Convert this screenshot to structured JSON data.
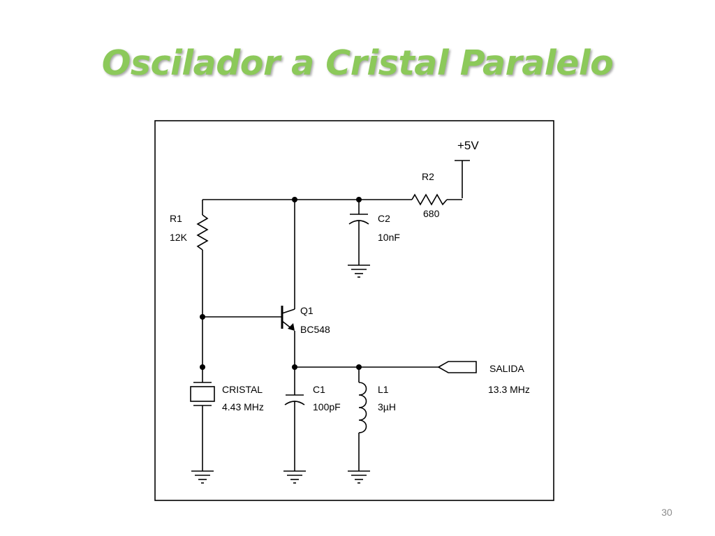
{
  "slide": {
    "title": "Oscilador a Cristal Paralelo",
    "page_number": "30",
    "title_color": "#8cc95a"
  },
  "schematic": {
    "supply": {
      "label": "+5V"
    },
    "r1": {
      "name": "R1",
      "value": "12K"
    },
    "r2": {
      "name": "R2",
      "value": "680"
    },
    "c1": {
      "name": "C1",
      "value": "100pF"
    },
    "c2": {
      "name": "C2",
      "value": "10nF"
    },
    "q1": {
      "name": "Q1",
      "part": "BC548"
    },
    "l1": {
      "name": "L1",
      "value": "3µH"
    },
    "crystal": {
      "name": "CRISTAL",
      "value": "4.43 MHz"
    },
    "output": {
      "name": "SALIDA",
      "frequency": "13.3 MHz"
    }
  }
}
